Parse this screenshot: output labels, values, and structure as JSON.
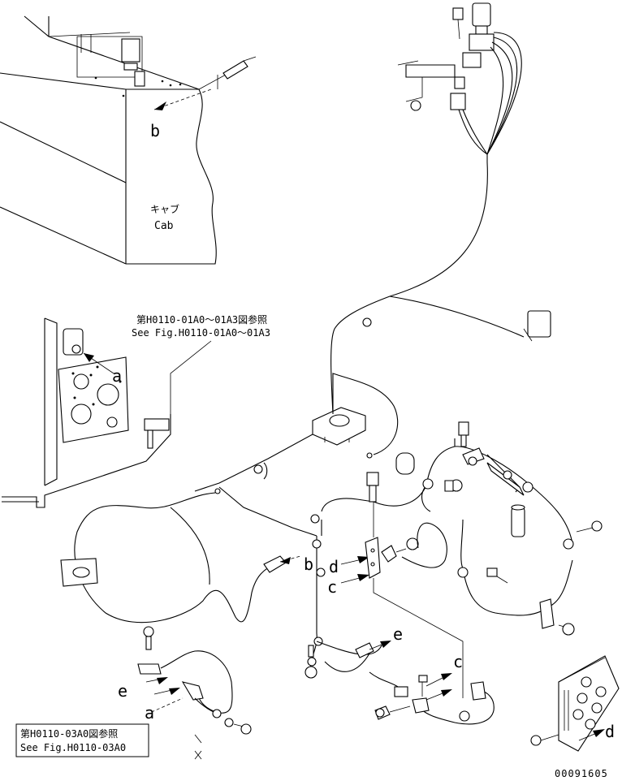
{
  "callouts": {
    "cab_jp": "キャブ",
    "cab_en": "Cab",
    "ref_upper_jp": "第H0110-01A0～01A3図参照",
    "ref_upper_en": "See Fig.H0110-01A0～01A3",
    "ref_lower_jp": "第H0110-03A0図参照",
    "ref_lower_en": "See Fig.H0110-03A0",
    "figure_number": "00091605"
  },
  "letters": {
    "b_cab": "b",
    "a_panel": "a",
    "b_mid": "b",
    "d_mid": "d",
    "c_mid": "c",
    "e_mid": "e",
    "c_lower": "c",
    "e_left": "e",
    "a_left": "a",
    "d_right": "d"
  }
}
